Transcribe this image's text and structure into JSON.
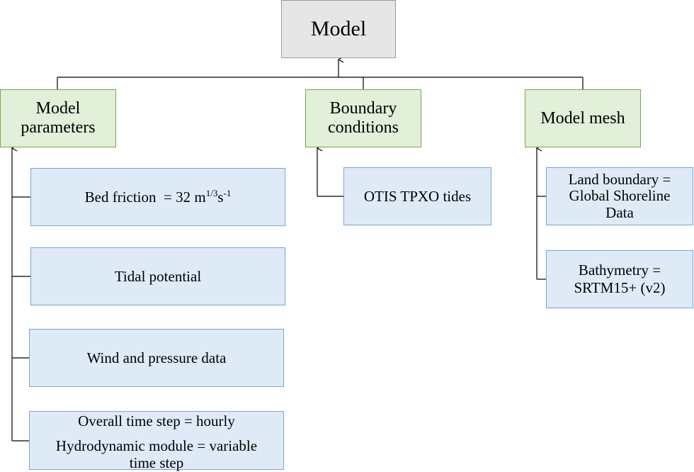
{
  "diagram": {
    "root": {
      "label": "Model"
    },
    "categories": {
      "parameters": {
        "line1": "Model",
        "line2": "parameters"
      },
      "boundary": {
        "line1": "Boundary",
        "line2": "conditions"
      },
      "mesh": {
        "label": "Model mesh"
      }
    },
    "parameters_items": {
      "bed_friction": {
        "prefix": "Bed friction  = 32 m",
        "exp1": "1/3",
        "mid": "s",
        "exp2": "-1"
      },
      "tidal_potential": "Tidal potential",
      "wind_pressure": "Wind and pressure data",
      "time_step": {
        "line1": "Overall time step = hourly",
        "line2": "Hydrodynamic module = variable",
        "line3": "time step"
      }
    },
    "boundary_items": {
      "otis": "OTIS TPXO tides"
    },
    "mesh_items": {
      "land_boundary": {
        "line1": "Land boundary =",
        "line2": "Global Shoreline",
        "line3": "Data"
      },
      "bathymetry": {
        "line1": "Bathymetry =",
        "line2": "SRTM15+ (v2)"
      }
    }
  }
}
